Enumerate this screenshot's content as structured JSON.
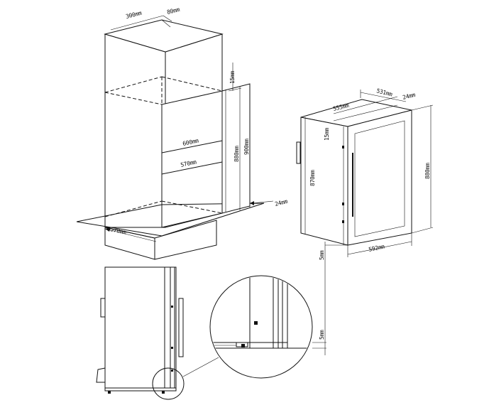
{
  "installation_cabinet": {
    "dim_top_width": "300mm",
    "dim_top_depth": "80mm",
    "dim_gap": "15mm",
    "dim_inner_height": "880mm",
    "dim_outer_height": "900mm",
    "dim_width": "600mm",
    "dim_inner_width": "570mm",
    "dim_depth": "570mm",
    "dim_side": "24mm"
  },
  "appliance_front": {
    "dim_depth": "555mm",
    "dim_depth2": "531mm",
    "dim_side": "24mm",
    "dim_top_gap": "15mm",
    "dim_body_height": "870mm",
    "dim_total_height": "880mm",
    "dim_width": "592mm",
    "dim_bottom": "5mm"
  },
  "detail": {
    "dim_gap": "5mm"
  }
}
